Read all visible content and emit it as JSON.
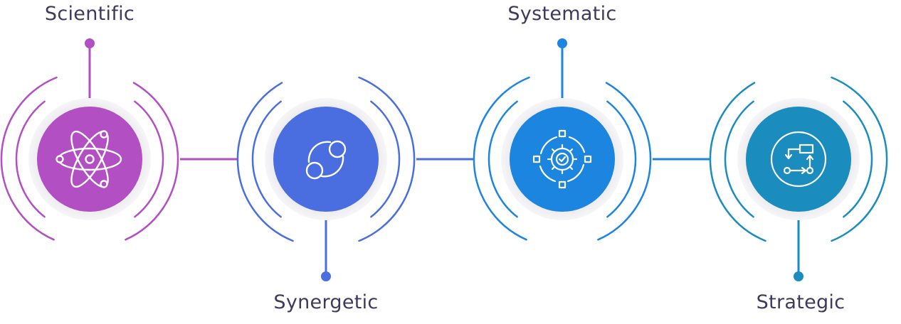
{
  "steps": [
    {
      "label": "Scientific",
      "icon": "atom-icon",
      "color": "#b24fc2",
      "label_position": "top"
    },
    {
      "label": "Synergetic",
      "icon": "orbit-icon",
      "color": "#4a6ee0",
      "label_position": "bottom"
    },
    {
      "label": "Systematic",
      "icon": "gear-cycle-icon",
      "color": "#1b85e0",
      "label_position": "top"
    },
    {
      "label": "Strategic",
      "icon": "flowchart-icon",
      "color": "#1a8cbd",
      "label_position": "bottom"
    }
  ]
}
